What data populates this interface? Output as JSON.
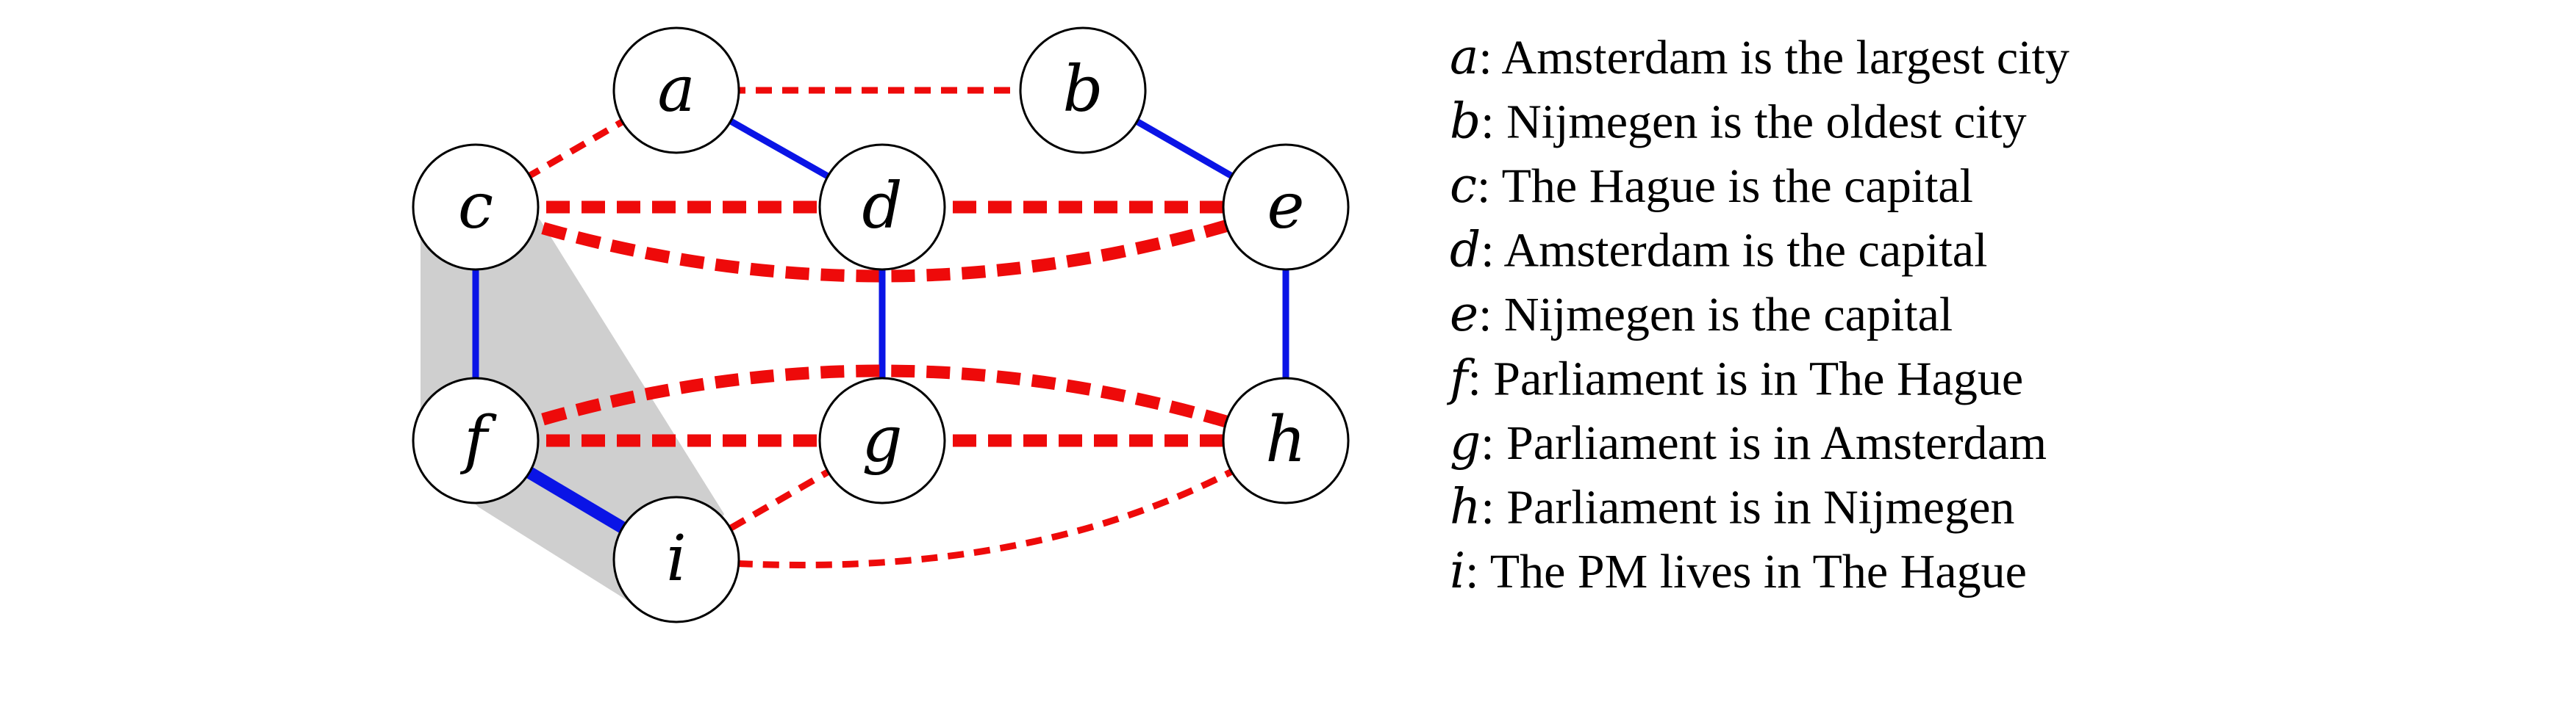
{
  "colors": {
    "positive": "#0a14e6",
    "negative": "#ee0a0a",
    "region": "#cfcfcf",
    "node_fill": "#ffffff",
    "node_stroke": "#000000"
  },
  "graph": {
    "nodes": [
      {
        "id": "a",
        "label": "a"
      },
      {
        "id": "b",
        "label": "b"
      },
      {
        "id": "c",
        "label": "c"
      },
      {
        "id": "d",
        "label": "d"
      },
      {
        "id": "e",
        "label": "e"
      },
      {
        "id": "f",
        "label": "f"
      },
      {
        "id": "g",
        "label": "g"
      },
      {
        "id": "h",
        "label": "h"
      },
      {
        "id": "i",
        "label": "i"
      }
    ],
    "edges": [
      {
        "from": "a",
        "to": "b",
        "type": "negative",
        "weight": "thin"
      },
      {
        "from": "a",
        "to": "c",
        "type": "negative",
        "weight": "thin"
      },
      {
        "from": "a",
        "to": "d",
        "type": "positive",
        "weight": "thin"
      },
      {
        "from": "b",
        "to": "e",
        "type": "positive",
        "weight": "thin"
      },
      {
        "from": "c",
        "to": "d",
        "type": "negative",
        "weight": "thick"
      },
      {
        "from": "c",
        "to": "e",
        "type": "negative",
        "weight": "thick",
        "curved": true
      },
      {
        "from": "d",
        "to": "e",
        "type": "negative",
        "weight": "thick"
      },
      {
        "from": "c",
        "to": "f",
        "type": "positive",
        "weight": "thin"
      },
      {
        "from": "d",
        "to": "g",
        "type": "positive",
        "weight": "thin"
      },
      {
        "from": "e",
        "to": "h",
        "type": "positive",
        "weight": "thin"
      },
      {
        "from": "f",
        "to": "g",
        "type": "negative",
        "weight": "thick"
      },
      {
        "from": "g",
        "to": "h",
        "type": "negative",
        "weight": "thick"
      },
      {
        "from": "f",
        "to": "h",
        "type": "negative",
        "weight": "thick",
        "curved": true
      },
      {
        "from": "f",
        "to": "i",
        "type": "positive",
        "weight": "thick"
      },
      {
        "from": "g",
        "to": "i",
        "type": "negative",
        "weight": "thin"
      },
      {
        "from": "h",
        "to": "i",
        "type": "negative",
        "weight": "thin",
        "curved": true
      }
    ],
    "shaded_region": [
      "c",
      "f",
      "i"
    ]
  },
  "legend": [
    {
      "key": "a",
      "text": ": Amsterdam is the largest city"
    },
    {
      "key": "b",
      "text": ": Nijmegen is the oldest city"
    },
    {
      "key": "c",
      "text": ": The Hague is the capital"
    },
    {
      "key": "d",
      "text": ": Amsterdam is the capital"
    },
    {
      "key": "e",
      "text": ": Nijmegen is the capital"
    },
    {
      "key": "f",
      "text": ": Parliament is in The Hague"
    },
    {
      "key": "g",
      "text": ": Parliament is in Amsterdam"
    },
    {
      "key": "h",
      "text": ": Parliament is in Nijmegen"
    },
    {
      "key": "i",
      "text": ": The PM lives in The Hague"
    }
  ]
}
